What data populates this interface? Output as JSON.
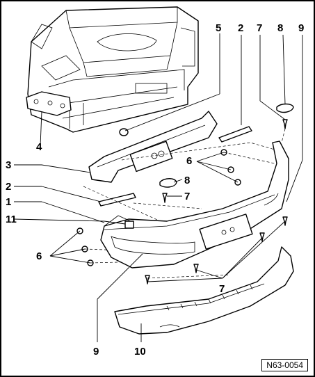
{
  "callouts": [
    {
      "id": "c5a",
      "text": "5"
    },
    {
      "id": "c2a",
      "text": "2"
    },
    {
      "id": "c7a",
      "text": "7"
    },
    {
      "id": "c8a",
      "text": "8"
    },
    {
      "id": "c9a",
      "text": "9"
    },
    {
      "id": "c4",
      "text": "4"
    },
    {
      "id": "c3",
      "text": "3"
    },
    {
      "id": "c6a",
      "text": "6"
    },
    {
      "id": "c2b",
      "text": "2"
    },
    {
      "id": "c8b",
      "text": "8"
    },
    {
      "id": "c7b",
      "text": "7"
    },
    {
      "id": "c1",
      "text": "1"
    },
    {
      "id": "c11",
      "text": "11"
    },
    {
      "id": "c6b",
      "text": "6"
    },
    {
      "id": "c7c",
      "text": "7"
    },
    {
      "id": "c9b",
      "text": "9"
    },
    {
      "id": "c10",
      "text": "10"
    }
  ],
  "doc_reference": "N63-0054"
}
